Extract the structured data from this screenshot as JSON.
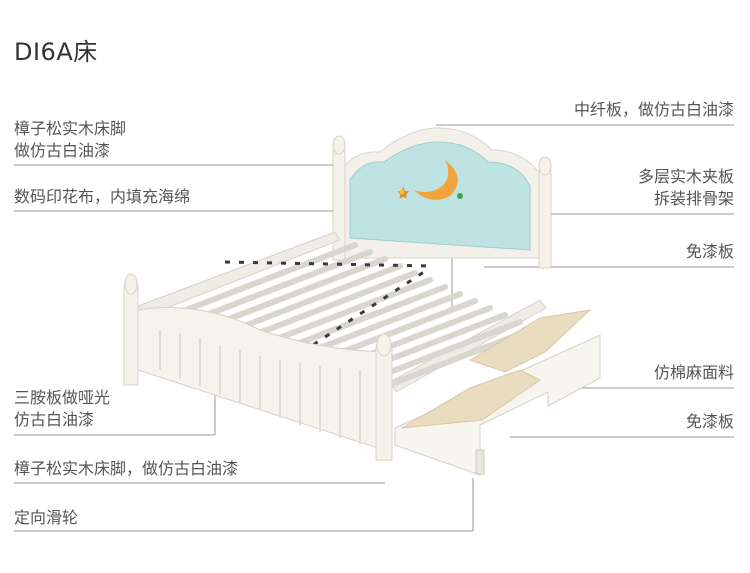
{
  "title": "DI6A床",
  "labels": {
    "left_1_line1": "樟子松实木床脚",
    "left_1_line2": "做仿古白油漆",
    "left_2": "数码印花布，内填充海绵",
    "left_3_line1": "三胺板做哑光",
    "left_3_line2": "仿古白油漆",
    "left_4": "樟子松实木床脚，做仿古白油漆",
    "left_5": "定向滑轮",
    "right_1": "中纤板，做仿古白油漆",
    "right_2_line1": "多层实木夹板",
    "right_2_line2": "拆装排骨架",
    "right_3": "免漆板",
    "right_4": "仿棉麻面料",
    "right_5": "免漆板"
  }
}
